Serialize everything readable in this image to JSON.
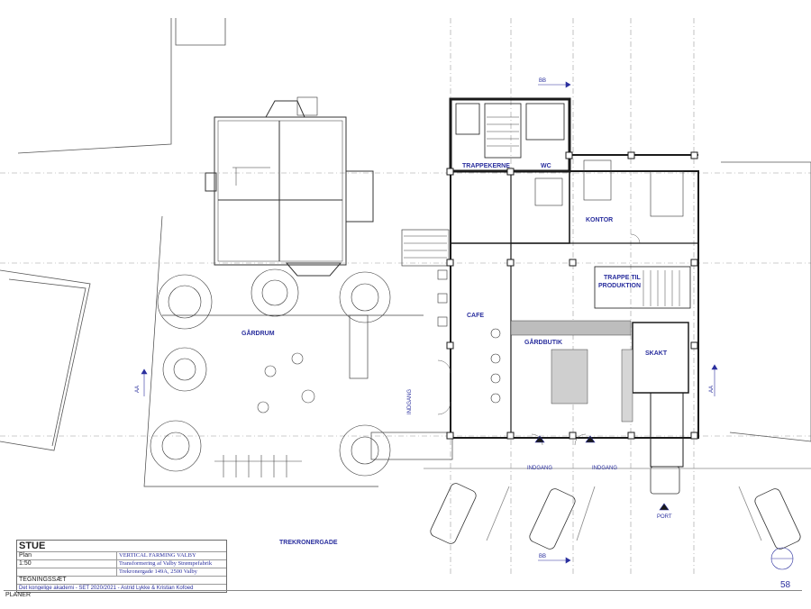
{
  "rooms": {
    "trappekerne": "TRAPPEKERNE",
    "wc": "WC",
    "kontor": "KONTOR",
    "trappe_line1": "TRAPPE TIL",
    "trappe_line2": "PRODUKTION",
    "cafe": "CAFE",
    "gaardbutik": "GÅRDBUTIK",
    "skakt": "SKAKT",
    "gaardrum": "GÅRDRUM"
  },
  "markers": {
    "indgang_side": "INDGANG",
    "indgang_1": "INDGANG",
    "indgang_2": "INDGANG",
    "port": "PORT",
    "section_bb_top": "BB",
    "section_bb_bottom": "BB",
    "section_aa_left": "AA",
    "section_aa_right": "AA"
  },
  "street": "TREKRONERGADE",
  "title_block": {
    "title": "STUE",
    "rows": [
      {
        "left": "Plan",
        "right": "VERTICAL FARMING VALBY"
      },
      {
        "left": "1:50",
        "right": "Transformering af Valby Strømpefabrik"
      },
      {
        "left": "",
        "right": "Trekronergade 149A, 2500 Valby"
      }
    ],
    "sheet_type": "TEGNINGSSÆT",
    "credit": "Det kongelige akademi - SET 2020/2021 - Astrid Lykke & Kristian Kofoed"
  },
  "section": "PLANER",
  "page_number": "58"
}
